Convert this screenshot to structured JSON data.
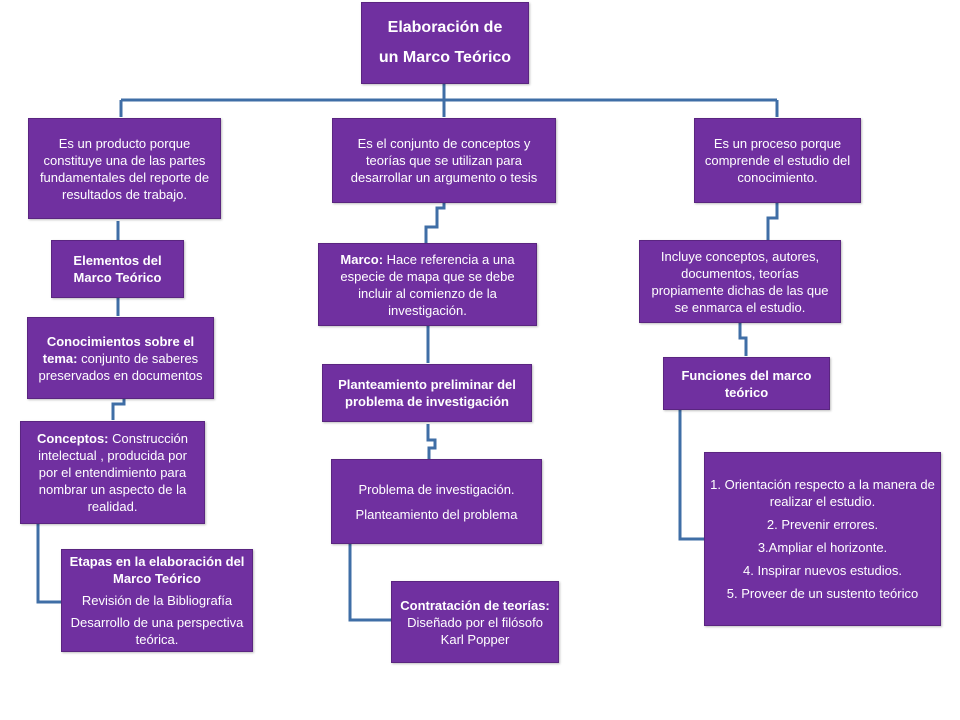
{
  "title": {
    "line1": "Elaboración de",
    "line2": "un Marco Teórico"
  },
  "left": {
    "product": "Es un  producto porque constituye una de las partes fundamentales del reporte de resultados de trabajo.",
    "elements": "Elementos del Marco Teórico",
    "knowledge": {
      "bold": "Conocimientos sobre el tema:",
      "text": " conjunto  de saberes preservados en documentos"
    },
    "concepts": {
      "bold": "Conceptos:",
      "text": " Construcción intelectual , producida por por el entendimiento  para nombrar  un  aspecto de la realidad."
    },
    "stages": {
      "title": "Etapas en la elaboración del Marco Teórico",
      "items": [
        "Revisión de la Bibliografía",
        "Desarrollo de una perspectiva teórica."
      ]
    }
  },
  "center": {
    "set": "Es el conjunto de conceptos y teorías que se utilizan para desarrollar un argumento  o tesis",
    "frame": {
      "bold": "Marco:",
      "text": " Hace referencia a una especie de mapa que se debe incluir al comienzo de la investigación."
    },
    "preliminary": "Planteamiento preliminar del problema de investigación",
    "problem": {
      "line1": "Problema de investigación.",
      "line2": "Planteamiento  del problema"
    },
    "contrast": {
      "bold": "Contratación de teorías:",
      "text": "Diseñado por el filósofo Karl Popper"
    }
  },
  "right": {
    "process": "Es un proceso porque comprende  el estudio del conocimiento.",
    "includes": "Incluye conceptos, autores, documentos,  teorías propiamente  dichas  de las que se enmarca el estudio.",
    "functions": "Funciones del marco teórico",
    "list": [
      "1. Orientación respecto a la manera de realizar el estudio.",
      "2. Prevenir errores.",
      "3.Ampliar el horizonte.",
      "4. Inspirar nuevos estudios.",
      "5. Proveer de un sustento teórico"
    ]
  },
  "colors": {
    "box": "#7030a0",
    "connector": "#3f6ea6",
    "text": "#ffffff"
  }
}
